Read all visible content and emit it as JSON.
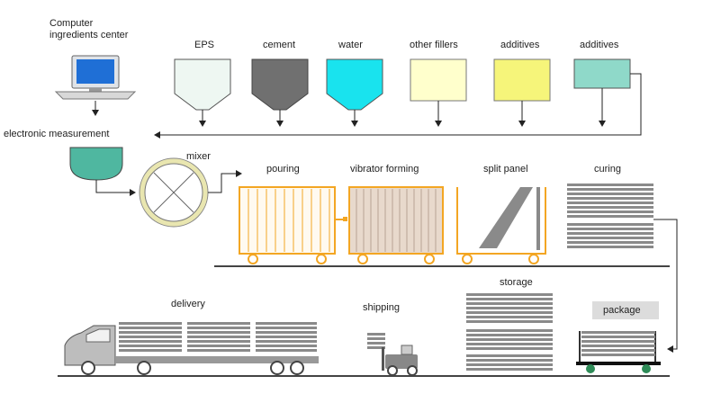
{
  "sources": {
    "computer_label_line1": "Computer",
    "computer_label_line2": "ingredients center",
    "hoppers": [
      {
        "label": "EPS",
        "fill": "#eef7f2"
      },
      {
        "label": "cement",
        "fill": "#707070"
      },
      {
        "label": "water",
        "fill": "#19e3ee"
      },
      {
        "label": "other fillers",
        "fill": "#ffffcc"
      },
      {
        "label": "additives",
        "fill": "#f6f57a"
      },
      {
        "label": "additives",
        "fill": "#8fd9c9"
      }
    ]
  },
  "process": {
    "measurement": "electronic measurement",
    "mixer": "mixer",
    "pouring": "pouring",
    "vibrator_forming": "vibrator forming",
    "split_panel": "split panel",
    "curing": "curing"
  },
  "dispatch": {
    "package": "package",
    "storage": "storage",
    "shipping": "shipping",
    "delivery": "delivery"
  },
  "colors": {
    "mold_orange": "#f3a623",
    "panel_gray": "#8a8a8a",
    "wheel_green": "#2e8b57",
    "measure_teal": "#4fb7a0",
    "mixer_ring": "#e9e6b0",
    "package_tag": "#dcdcdc"
  }
}
